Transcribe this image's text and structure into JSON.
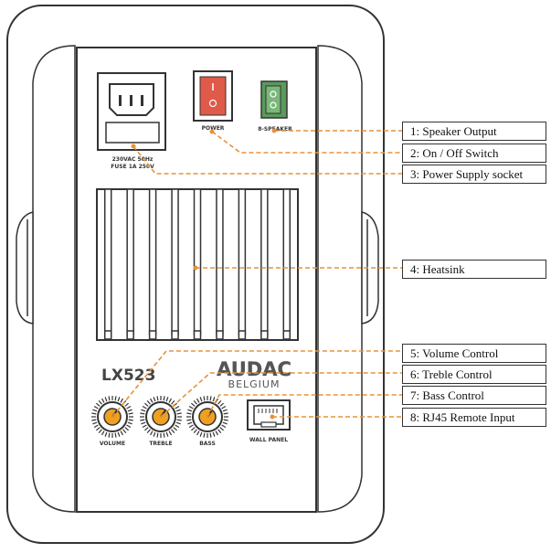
{
  "panel": {
    "power_socket_label_line1": "230VAC 50Hz",
    "power_socket_label_line2": "FUSE 1A 250V",
    "power_switch_label": "POWER",
    "speaker_out_label": "8-SPEAKER",
    "model": "LX523",
    "brand": "AUDAC",
    "brand_sub": "BELGIUM",
    "knobs": [
      {
        "label": "VOLUME"
      },
      {
        "label": "TREBLE"
      },
      {
        "label": "BASS"
      }
    ],
    "wall_panel_label": "WALL PANEL"
  },
  "callouts": [
    {
      "label": "1: Speaker Output"
    },
    {
      "label": "2: On / Off Switch"
    },
    {
      "label": "3: Power Supply socket"
    },
    {
      "label": "4: Heatsink"
    },
    {
      "label": "5: Volume Control"
    },
    {
      "label": "6: Treble Control"
    },
    {
      "label": "7: Bass Control"
    },
    {
      "label": "8: RJ45 Remote Input"
    }
  ],
  "colors": {
    "outline": "#333333",
    "leader": "#e8923a",
    "switch": "#e05a4a",
    "terminal": "#5a9a5a",
    "knob": "#f0a020"
  }
}
